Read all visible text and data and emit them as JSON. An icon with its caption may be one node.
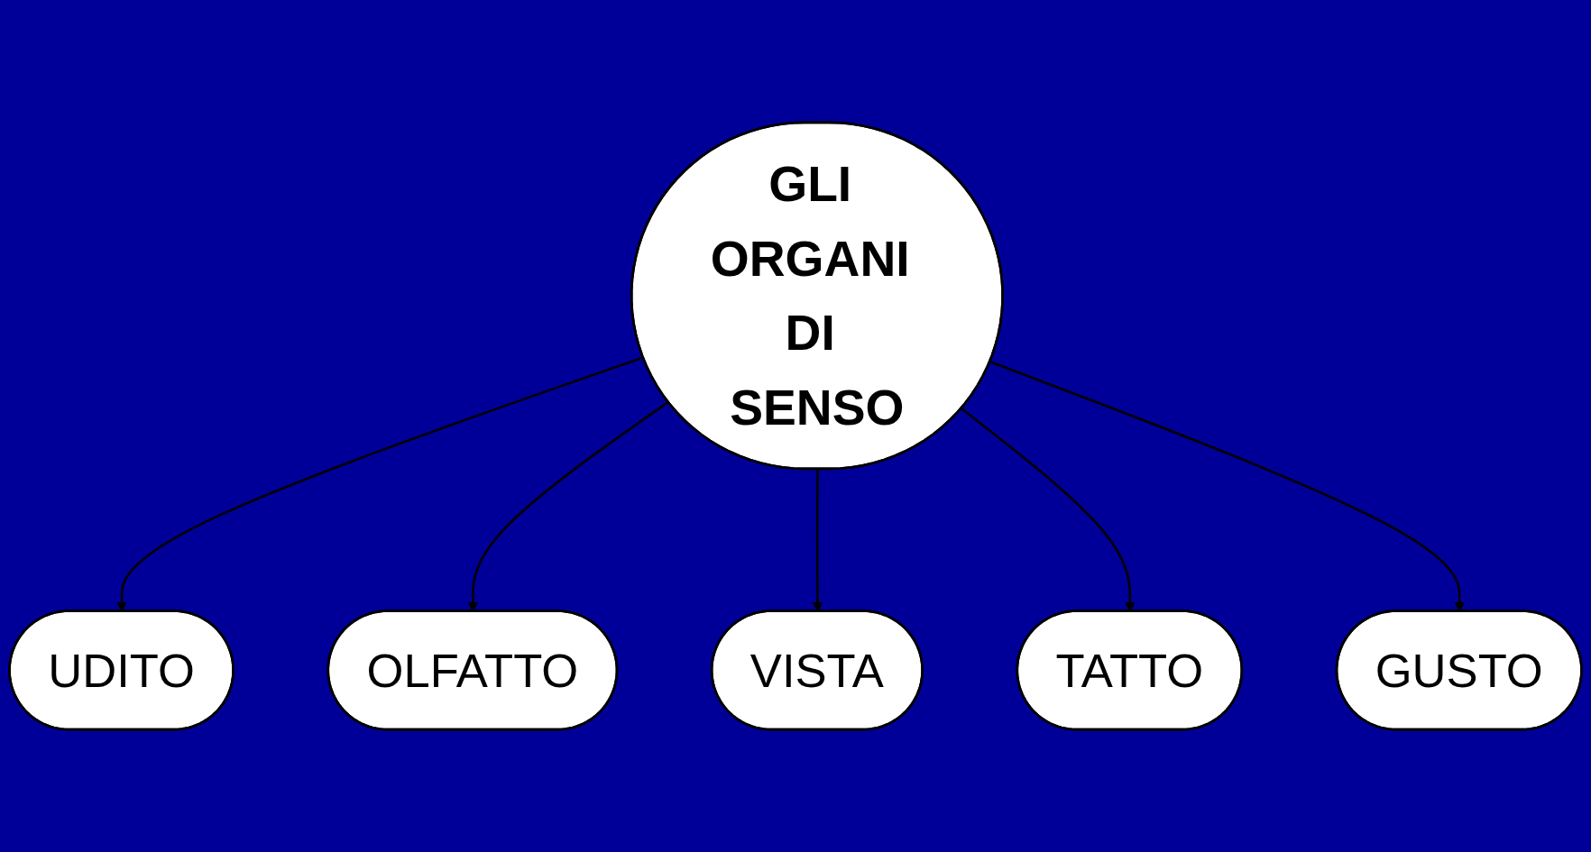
{
  "diagram": {
    "nodes": [
      {
        "text": [
          "UDITO"
        ]
      },
      {
        "text": [
          "OLFATTO"
        ]
      },
      {
        "text": [
          "VISTA"
        ]
      },
      {
        "text": [
          "GLI ORGANI DI SENSO"
        ]
      },
      {
        "text": [
          "TATTO"
        ]
      },
      {
        "text": [
          "GUSTO"
        ]
      }
    ],
    "edges": [
      {
        "from": 3,
        "to": 0,
        "arrow": "to"
      },
      {
        "from": 3,
        "to": 1,
        "arrow": "to"
      },
      {
        "from": 3,
        "to": 2,
        "arrow": "to"
      },
      {
        "from": 3,
        "to": 4,
        "arrow": "to"
      },
      {
        "from": 3,
        "to": 5,
        "arrow": "to"
      }
    ]
  }
}
